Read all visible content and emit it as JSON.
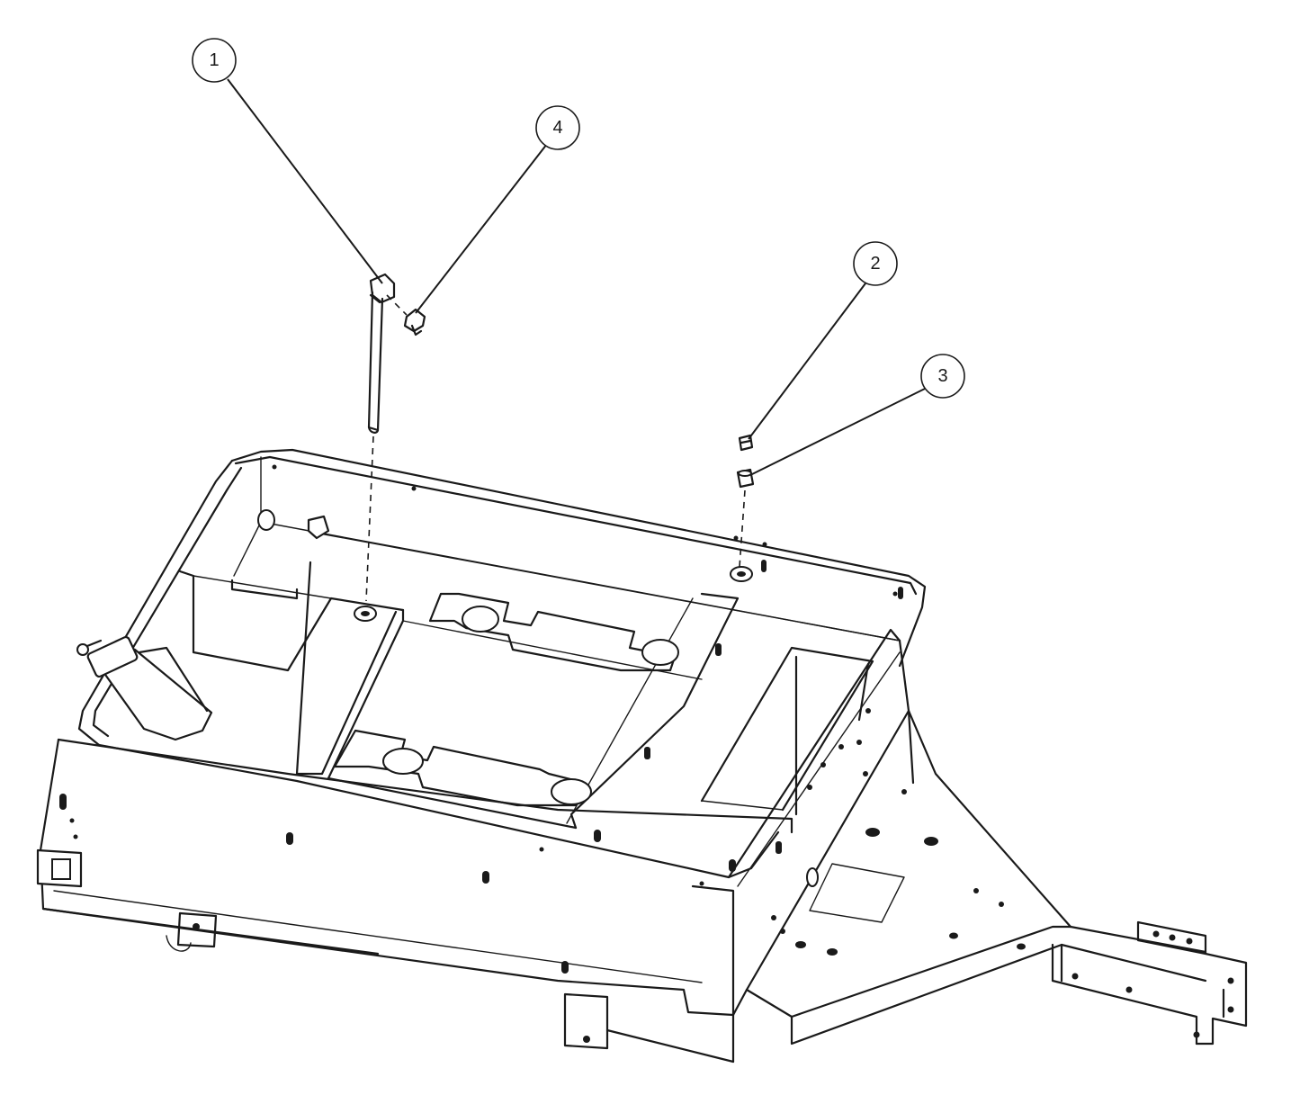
{
  "callouts": [
    {
      "id": "callout-1",
      "label": "1"
    },
    {
      "id": "callout-2",
      "label": "2"
    },
    {
      "id": "callout-3",
      "label": "3"
    },
    {
      "id": "callout-4",
      "label": "4"
    }
  ],
  "colors": {
    "line": "#1a1a1a",
    "background": "#ffffff"
  }
}
